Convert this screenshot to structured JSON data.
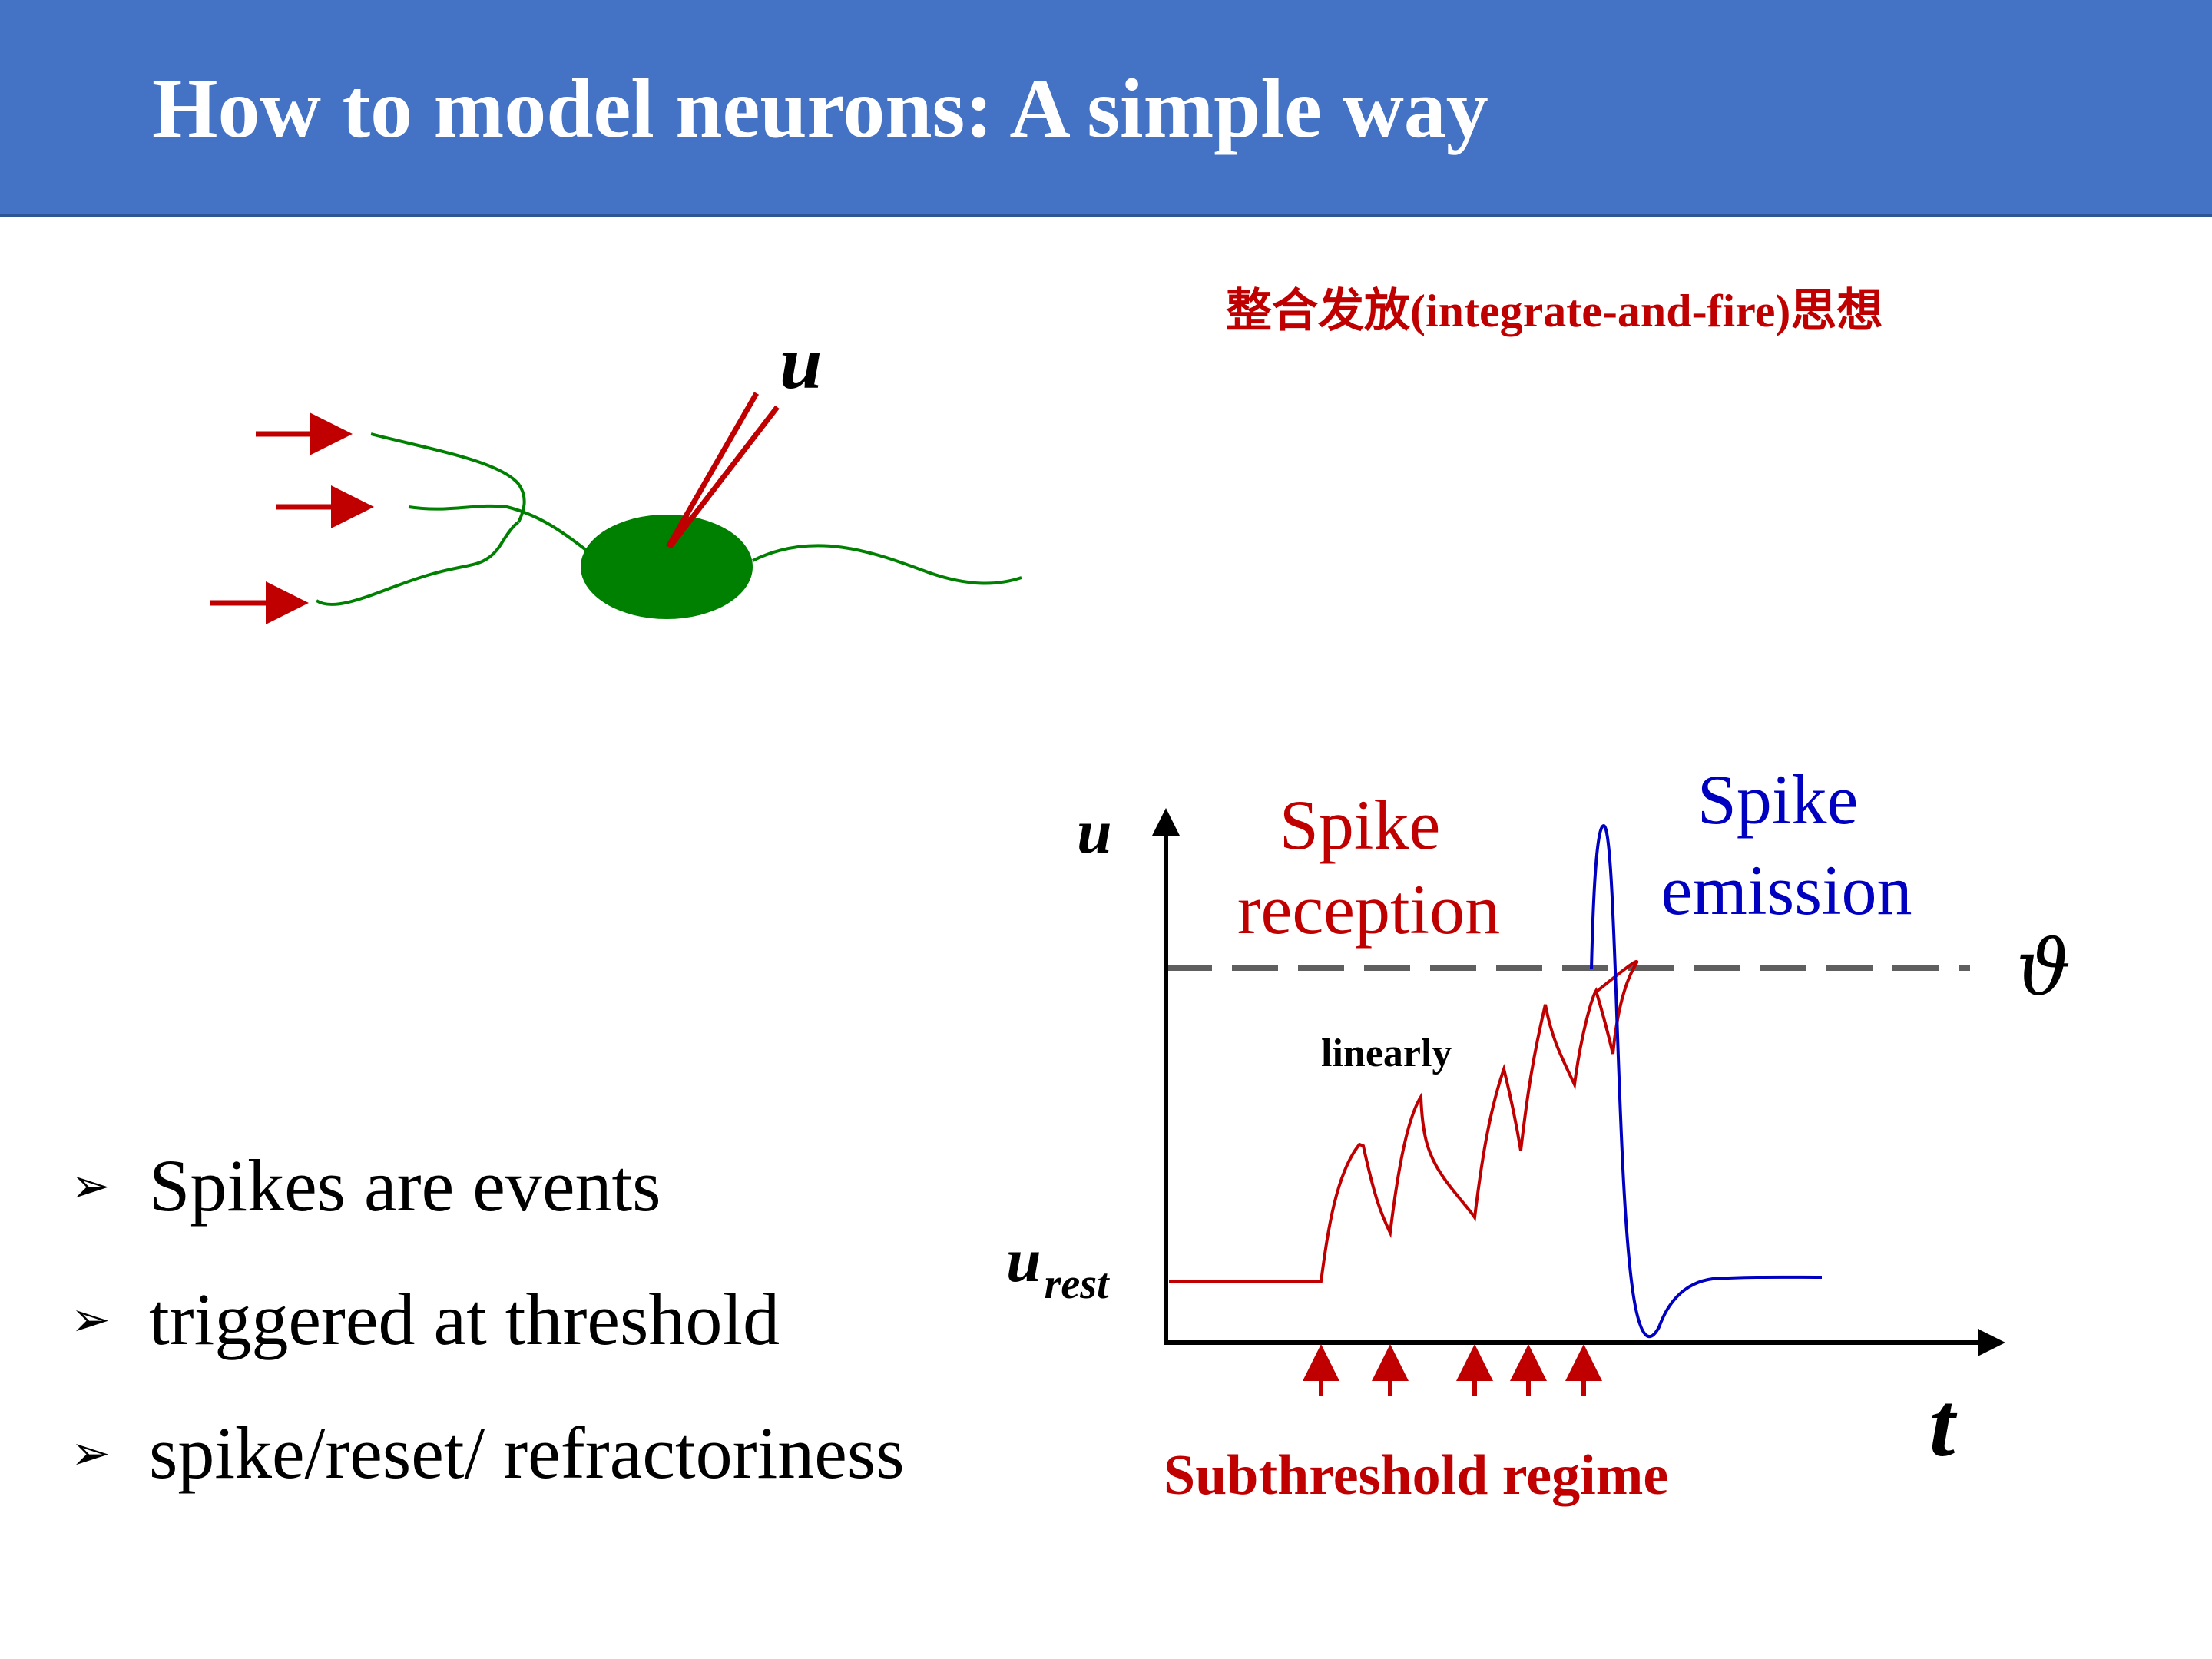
{
  "slide": {
    "title": "How to model neurons: A simple way",
    "concept": "整合发放(integrate-and-fire)思想"
  },
  "neuron": {
    "electrode_label": "u",
    "colors": {
      "body": "#008000",
      "dendrite": "#008000",
      "input_arrow": "#c00000",
      "electrode": "#c00000"
    }
  },
  "bullets": [
    {
      "marker": "➢",
      "text": "Spikes are events"
    },
    {
      "marker": "➢",
      "text": "triggered at threshold"
    },
    {
      "marker": "➢",
      "text": "spike/reset/ refractoriness"
    }
  ],
  "plot": {
    "y_axis_label": "u",
    "x_axis_label": "t",
    "rest_label_main": "u",
    "rest_label_sub": "rest",
    "threshold_symbol": "ϑ",
    "reception_label": [
      "Spike",
      "reception"
    ],
    "emission_label": [
      "Spike",
      "emission"
    ],
    "linear_note": "linearly",
    "regime_label": "Subthreshold regime",
    "colors": {
      "subthreshold": "#c00000",
      "spike": "#0000c0",
      "threshold": "#5f5f5f",
      "axis": "#000000"
    }
  }
}
